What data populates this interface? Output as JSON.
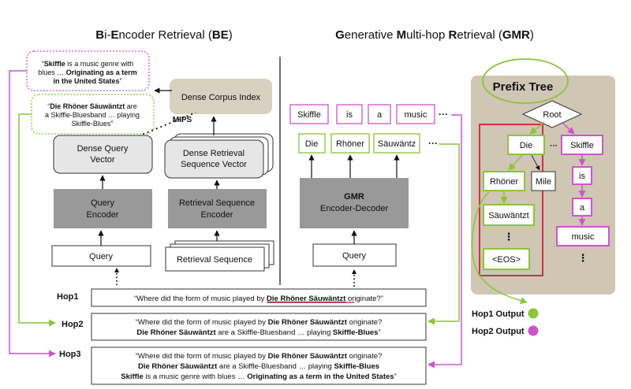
{
  "titles": {
    "be": {
      "p1": "B",
      "p2": "i-",
      "p3": "E",
      "p4": "ncoder Retrieval (",
      "p5": "BE",
      "p6": ")"
    },
    "gmr": {
      "p1": "G",
      "p2": "enerative ",
      "p3": "M",
      "p4": "ulti-hop ",
      "p5": "R",
      "p6": "etrieval (",
      "p7": "GMR",
      "p8": ")"
    }
  },
  "be": {
    "doc1": {
      "q1": "“",
      "b1": "Skiffle",
      "n1": " is a music genre with",
      "n2": "blues … ",
      "b2": "Originating as a term",
      "b3": "in the United States",
      "q2": "”"
    },
    "doc2": {
      "q1": "“",
      "b1": "Die Rhöner Säuwäntzt",
      "n1": "  are",
      "n2": "a Skiffle-Bluesband … playing",
      "n3": "Skiffle-Blues”"
    },
    "corpus_index": "Dense Corpus Index",
    "mips": "MIPS",
    "query_vector": [
      "Dense Query",
      "Vector"
    ],
    "retrieval_vector": [
      "Dense Retrieval",
      "Sequence Vector"
    ],
    "query_encoder": [
      "Query",
      "Encoder"
    ],
    "retrieval_encoder": [
      "Retrieval Sequence",
      "Encoder"
    ],
    "query": "Query",
    "retrieval_sequence": "Retrieval Sequence"
  },
  "gmr": {
    "top_tokens": [
      "Skiffle",
      "is",
      "a",
      "music"
    ],
    "bottom_tokens": [
      "Die",
      "Rhöner",
      "Säuwäntz"
    ],
    "ellipsis": "···",
    "encoder_decoder": [
      "GMR",
      "Encoder-Decoder"
    ],
    "query": "Query"
  },
  "prefix_tree": {
    "title": "Prefix Tree",
    "root": "Root",
    "die": "Die",
    "skiffle": "Skiffle",
    "rhoner": "Rhöner",
    "mile": "Mile",
    "is": "is",
    "a": "a",
    "sauwantzt": "Säuwäntzt",
    "music": "music",
    "eos": "<EOS>",
    "dots": "···",
    "vdots": "⋮"
  },
  "outputs": {
    "hop1": "Hop1 Output",
    "hop2": "Hop2 Output"
  },
  "hops": {
    "hop1": {
      "label": "Hop1",
      "l1a": "“Where did the form of music played by  ",
      "l1b": "Die Rhöner Säuwäntzt",
      "l1c": " originate?”"
    },
    "hop2": {
      "label": "Hop2",
      "l1a": "“Where did the form of music played by  ",
      "l1b": "Die Rhöner Säuwäntzt",
      "l1c": " originate?",
      "l2a": "Die Rhöner Säuwäntzt",
      "l2b": "  are a Skiffle-Bluesband … playing ",
      "l2c": "Skiffle-Blues",
      "l2d": "”"
    },
    "hop3": {
      "label": "Hop3",
      "l1a": "“Where did the form of music played by  ",
      "l1b": "Die Rhöner Säuwäntzt",
      "l1c": " originate?",
      "l2a": "Die Rhöner Säuwäntzt",
      "l2b": "  are a Skiffle-Bluesband … playing ",
      "l2c": "Skiffle-Blues",
      "l3a": "Skiffle",
      "l3b": " is a music genre with blues … ",
      "l3c": "Originating as a term in the United States",
      "l3d": "”"
    }
  },
  "colors": {
    "green": "#8cc43c",
    "magenta": "#cc55cc",
    "red": "#c8102e",
    "gray_block": "#999999",
    "light_gray": "#e6e6e6",
    "tan": "#d8d0c0",
    "tree_bg": "#cfc6b4"
  }
}
